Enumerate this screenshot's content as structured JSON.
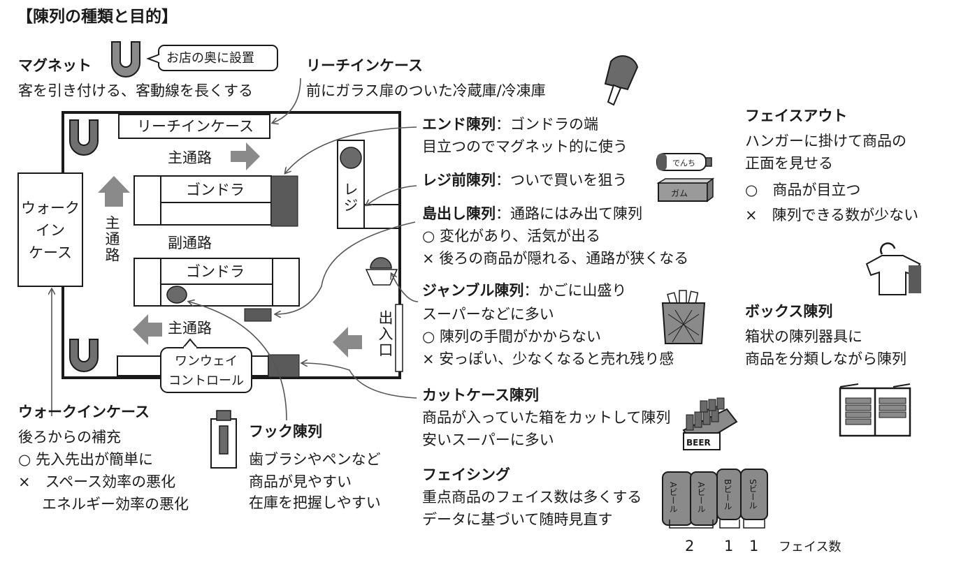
{
  "title": "【陳列の種類と目的】",
  "magnet": {
    "heading": "マグネット",
    "desc": "客を引き付ける、客動線を長くする",
    "bubble": "お店の奥に設置"
  },
  "reach_in": {
    "heading": "リーチインケース",
    "desc": "前にガラス扉のついた冷蔵庫/冷凍庫"
  },
  "floor": {
    "reach_in_label": "リーチインケース",
    "main_aisle_top": "主通路",
    "main_aisle_left": "主通路",
    "sub_aisle": "副通路",
    "gondola_1": "ゴンドラ",
    "gondola_2": "ゴンドラ",
    "register": "レジ",
    "main_aisle_bottom": "主通路",
    "entrance": "出入口",
    "oneway": "ワンウェイコントロール",
    "walkin_label": "ウォークインケース",
    "walkin_lines": [
      "ウォーク",
      "イン",
      "ケース"
    ],
    "oneway_lines": [
      "ワンウェイ",
      "コントロール"
    ]
  },
  "end_display": {
    "heading": "エンド陳列",
    "colon": "：",
    "head_rest": "ゴンドラの端",
    "desc": "目立つのでマグネット的に使う"
  },
  "register_display": {
    "heading": "レジ前陳列",
    "colon": "：",
    "head_rest": "ついで買いを狙う"
  },
  "island": {
    "heading": "島出し陳列",
    "colon": "：",
    "head_rest": "通路にはみ出て陳列",
    "pro": "○ 変化があり、活気が出る",
    "con": "× 後ろの商品が隠れる、通路が狭くなる"
  },
  "jumble": {
    "heading": "ジャンブル陳列",
    "colon": "：",
    "head_rest": "かごに山盛り",
    "desc": "スーパーなどに多い",
    "pro": "○ 陳列の手間がかからない",
    "con": "× 安っぽい、少なくなると売れ残り感"
  },
  "cutcase": {
    "heading": "カットケース陳列",
    "desc1": "商品が入っていた箱をカットして陳列",
    "desc2": "安いスーパーに多い"
  },
  "facing": {
    "heading": "フェイシング",
    "desc1": "重点商品のフェイス数は多くする",
    "desc2": "データに基づいて随時見直す",
    "counts": [
      "2",
      "1",
      "1"
    ],
    "count_label": "フェイス数",
    "can_labels": [
      "Aビール",
      "Aビール",
      "Bビール",
      "Sビール"
    ]
  },
  "faceout": {
    "heading": "フェイスアウト",
    "desc1": "ハンガーに掛けて商品の",
    "desc2": "正面を見せる",
    "pro": "○　商品が目立つ",
    "con": "×　陳列できる数が少ない"
  },
  "box": {
    "heading": "ボックス陳列",
    "desc1": "箱状の陳列器具に",
    "desc2": "商品を分類しながら陳列"
  },
  "walkin": {
    "heading": "ウォークインケース",
    "desc": "後ろからの補充",
    "pro": "○ 先入先出が簡単に",
    "con1": "×　スペース効率の悪化",
    "con2": "エネルギー効率の悪化"
  },
  "hook": {
    "heading": "フック陳列",
    "desc1": "歯ブラシやペンなど",
    "desc2": "商品が見やすい",
    "desc3": "在庫を把握しやすい"
  },
  "icons": {
    "battery_label": "でんち",
    "gum_label": "ガム",
    "beer_label": "BEER"
  },
  "colors": {
    "dark_block": "#5a5a5a",
    "arrow_fill": "#8a8a8a",
    "line": "#1a1a1a",
    "pointer": "#555555"
  }
}
